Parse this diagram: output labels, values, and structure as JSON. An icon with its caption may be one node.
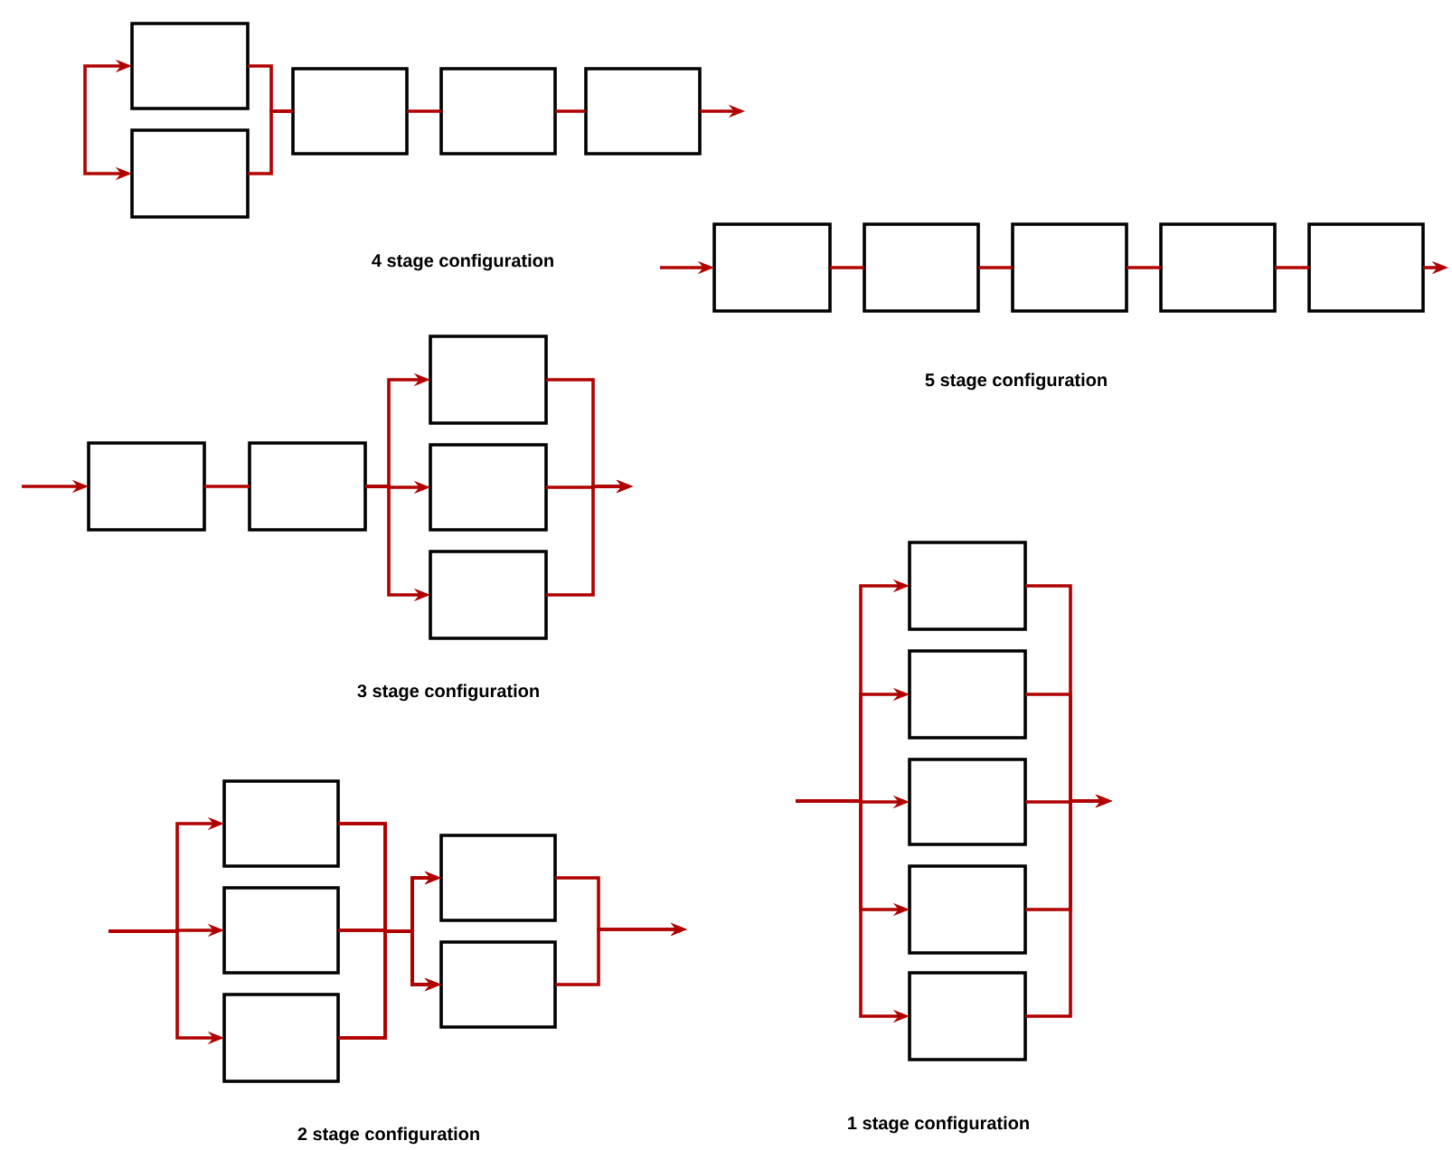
{
  "diagram": {
    "nodes": [
      {
        "text": [],
        "shape": "box"
      },
      {
        "text": [],
        "shape": "box"
      },
      {
        "text": [],
        "shape": "box"
      },
      {
        "text": [],
        "shape": "box"
      },
      {
        "text": [],
        "shape": "box"
      },
      {
        "text": [],
        "shape": "box"
      },
      {
        "text": [],
        "shape": "box"
      },
      {
        "text": [],
        "shape": "box"
      },
      {
        "text": [],
        "shape": "box"
      },
      {
        "text": [],
        "shape": "box"
      },
      {
        "text": [],
        "shape": "box"
      },
      {
        "text": [],
        "shape": "box"
      },
      {
        "text": [],
        "shape": "box"
      },
      {
        "text": [],
        "shape": "box"
      },
      {
        "text": [],
        "shape": "box"
      },
      {
        "text": [],
        "shape": "box"
      },
      {
        "text": [],
        "shape": "box"
      },
      {
        "text": [],
        "shape": "box"
      },
      {
        "text": [],
        "shape": "box"
      },
      {
        "text": [],
        "shape": "box"
      },
      {
        "text": [],
        "shape": "box"
      },
      {
        "text": [],
        "shape": "box"
      },
      {
        "text": [],
        "shape": "box"
      },
      {
        "text": [],
        "shape": "box"
      },
      {
        "text": [],
        "shape": "box"
      }
    ],
    "edges": [
      {
        "from": null,
        "to": 0,
        "arrow": "to"
      },
      {
        "from": null,
        "to": 1,
        "arrow": "to"
      },
      {
        "from": 0,
        "to": 2,
        "arrow": "none"
      },
      {
        "from": 1,
        "to": 2,
        "arrow": "none"
      },
      {
        "from": 2,
        "to": 3,
        "arrow": "none"
      },
      {
        "from": 3,
        "to": 4,
        "arrow": "none"
      },
      {
        "from": 4,
        "to": null,
        "arrow": "to"
      },
      {
        "from": null,
        "to": 5,
        "arrow": "to"
      },
      {
        "from": 5,
        "to": 6,
        "arrow": "none"
      },
      {
        "from": 6,
        "to": 7,
        "arrow": "none"
      },
      {
        "from": 7,
        "to": 8,
        "arrow": "none"
      },
      {
        "from": 8,
        "to": 9,
        "arrow": "none"
      },
      {
        "from": 9,
        "to": null,
        "arrow": "to"
      },
      {
        "from": null,
        "to": 10,
        "arrow": "to"
      },
      {
        "from": 10,
        "to": 11,
        "arrow": "none"
      },
      {
        "from": 11,
        "to": 12,
        "arrow": "to"
      },
      {
        "from": 11,
        "to": 13,
        "arrow": "to"
      },
      {
        "from": 11,
        "to": 14,
        "arrow": "to"
      },
      {
        "from": 12,
        "to": null,
        "arrow": "to"
      },
      {
        "from": 13,
        "to": null,
        "arrow": "to"
      },
      {
        "from": 14,
        "to": null,
        "arrow": "to"
      },
      {
        "from": null,
        "to": 15,
        "arrow": "to"
      },
      {
        "from": null,
        "to": 16,
        "arrow": "to"
      },
      {
        "from": null,
        "to": 17,
        "arrow": "to"
      },
      {
        "from": 15,
        "to": 18,
        "arrow": "to"
      },
      {
        "from": 15,
        "to": 19,
        "arrow": "to"
      },
      {
        "from": 16,
        "to": 18,
        "arrow": "to"
      },
      {
        "from": 16,
        "to": 19,
        "arrow": "to"
      },
      {
        "from": 17,
        "to": 18,
        "arrow": "to"
      },
      {
        "from": 17,
        "to": 19,
        "arrow": "to"
      },
      {
        "from": 18,
        "to": null,
        "arrow": "to"
      },
      {
        "from": 19,
        "to": null,
        "arrow": "to"
      },
      {
        "from": null,
        "to": 20,
        "arrow": "to"
      },
      {
        "from": null,
        "to": 21,
        "arrow": "to"
      },
      {
        "from": null,
        "to": 22,
        "arrow": "to"
      },
      {
        "from": null,
        "to": 23,
        "arrow": "to"
      },
      {
        "from": null,
        "to": 24,
        "arrow": "to"
      },
      {
        "from": 20,
        "to": null,
        "arrow": "to"
      },
      {
        "from": 21,
        "to": null,
        "arrow": "to"
      },
      {
        "from": 22,
        "to": null,
        "arrow": "to"
      },
      {
        "from": 23,
        "to": null,
        "arrow": "to"
      },
      {
        "from": 24,
        "to": null,
        "arrow": "to"
      }
    ],
    "labels": [
      "4 stage configuration",
      "5 stage configuration",
      "3 stage configuration",
      "1 stage configuration",
      "2 stage configuration"
    ]
  }
}
